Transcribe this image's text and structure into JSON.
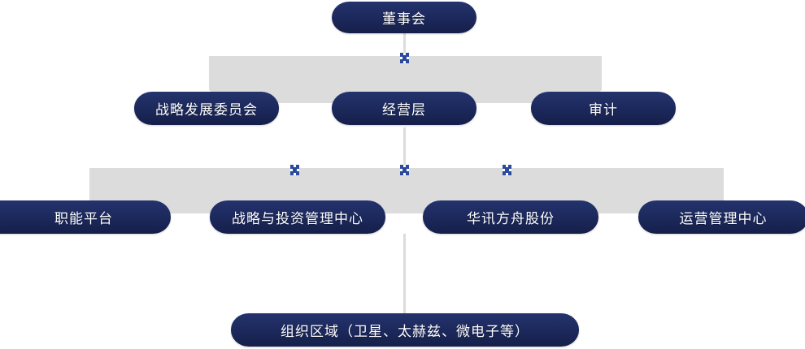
{
  "diagram": {
    "type": "organization-chart",
    "orientation": "top-down",
    "colors": {
      "node_gradient_top": "#24336d",
      "node_gradient_bottom": "#151f4a",
      "node_text": "#ffffff",
      "connector_band": "#dcdcdc",
      "connector_line": "#dcdcdc",
      "connector_square": "#2b4a9e",
      "background": "#ffffff"
    },
    "levels": [
      {
        "level": 1,
        "nodes": [
          {
            "id": "board",
            "label": "董事会"
          }
        ]
      },
      {
        "level": 2,
        "nodes": [
          {
            "id": "strategy-committee",
            "label": "战略发展委员会"
          },
          {
            "id": "management",
            "label": "经营层"
          },
          {
            "id": "audit",
            "label": "审计"
          }
        ]
      },
      {
        "level": 3,
        "nodes": [
          {
            "id": "function-platform",
            "label": "职能平台"
          },
          {
            "id": "strategy-investment-center",
            "label": "战略与投资管理中心"
          },
          {
            "id": "huaxun-fangzhou",
            "label": "华讯方舟股份"
          },
          {
            "id": "operations-center",
            "label": "运营管理中心"
          }
        ]
      },
      {
        "level": 4,
        "nodes": [
          {
            "id": "organization-regions",
            "label": "组织区域（卫星、太赫兹、微电子等）"
          }
        ]
      }
    ]
  }
}
